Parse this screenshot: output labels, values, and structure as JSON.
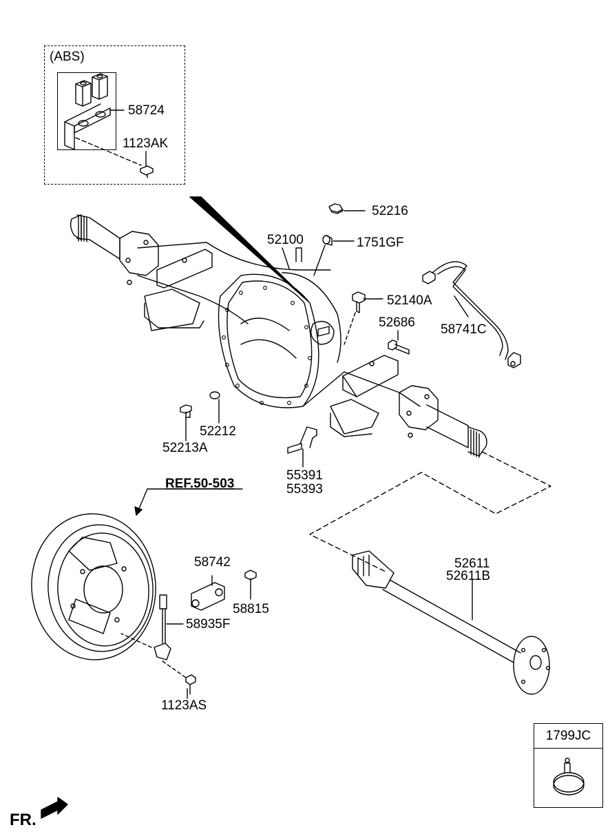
{
  "abs_group": {
    "title": "(ABS)",
    "parts": [
      "58724",
      "1123AK"
    ]
  },
  "labels": {
    "p52216": "52216",
    "p52100": "52100",
    "p1751GF": "1751GF",
    "p52140A": "52140A",
    "p52686": "52686",
    "p58741C": "58741C",
    "p52213A": "52213A",
    "p52212": "52212",
    "p55391": "55391",
    "p55393": "55393",
    "p58742": "58742",
    "p58815": "58815",
    "p58935F": "58935F",
    "p1123AS": "1123AS",
    "p52611": "52611",
    "p52611B": "52611B"
  },
  "ref_link": "REF.50-503",
  "clip_box": {
    "title": "1799JC"
  },
  "direction_label": "FR."
}
